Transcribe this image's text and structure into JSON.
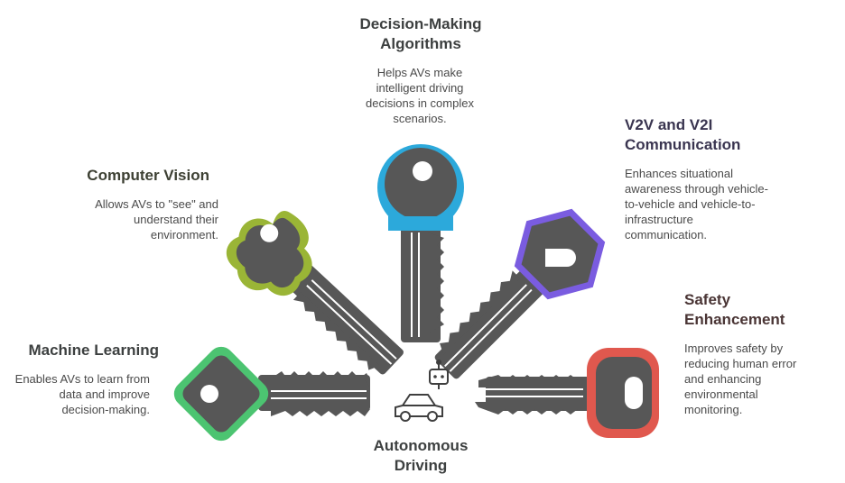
{
  "colors": {
    "key_body": "#575757",
    "ml": "#4cc471",
    "cv": "#9ab536",
    "dm": "#2ca9db",
    "v2v": "#7a5ce0",
    "safety": "#e0584e"
  },
  "center": {
    "title": "Autonomous Driving",
    "icons": [
      "robot-icon",
      "car-icon"
    ]
  },
  "keys": {
    "decision": {
      "title": "Decision-Making Algorithms",
      "description": "Helps AVs make intelligent driving decisions in complex scenarios."
    },
    "vision": {
      "title": "Computer Vision",
      "description": "Allows AVs to \"see\" and understand their environment."
    },
    "v2v": {
      "title": "V2V and V2I Communication",
      "description": "Enhances situational awareness through vehicle-to-vehicle and vehicle-to-infrastructure communication."
    },
    "safety": {
      "title": "Safety Enhancement",
      "description": "Improves safety by reducing human error and enhancing environmental monitoring."
    },
    "ml": {
      "title": "Machine Learning",
      "description": "Enables AVs to learn from data and improve decision-making."
    }
  }
}
